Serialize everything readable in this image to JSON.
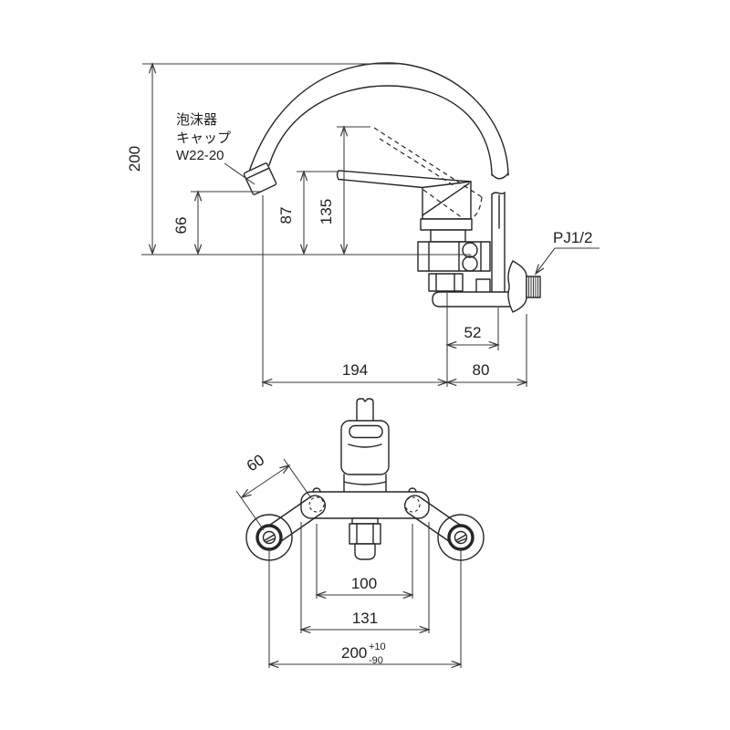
{
  "colors": {
    "line": "#262626",
    "background": "#ffffff"
  },
  "side_view": {
    "aerator_label": {
      "line1": "泡沫器",
      "line2": "キャップ",
      "line3": "W22-20"
    },
    "thread_label": "PJ1/2",
    "dims": {
      "total_height": "200",
      "spout_outlet_height": "66",
      "lever_height": "87",
      "lever_raised_height": "135",
      "check_valve_offset": "52",
      "spout_reach": "194",
      "wall_clearance": "80"
    }
  },
  "front_view": {
    "dims": {
      "eccentric_leg_length": "60",
      "inner_pitch": "100",
      "body_width": "131",
      "mounting_pitch": "200",
      "mounting_pitch_tol_upper": "+10",
      "mounting_pitch_tol_lower": "-90"
    }
  }
}
